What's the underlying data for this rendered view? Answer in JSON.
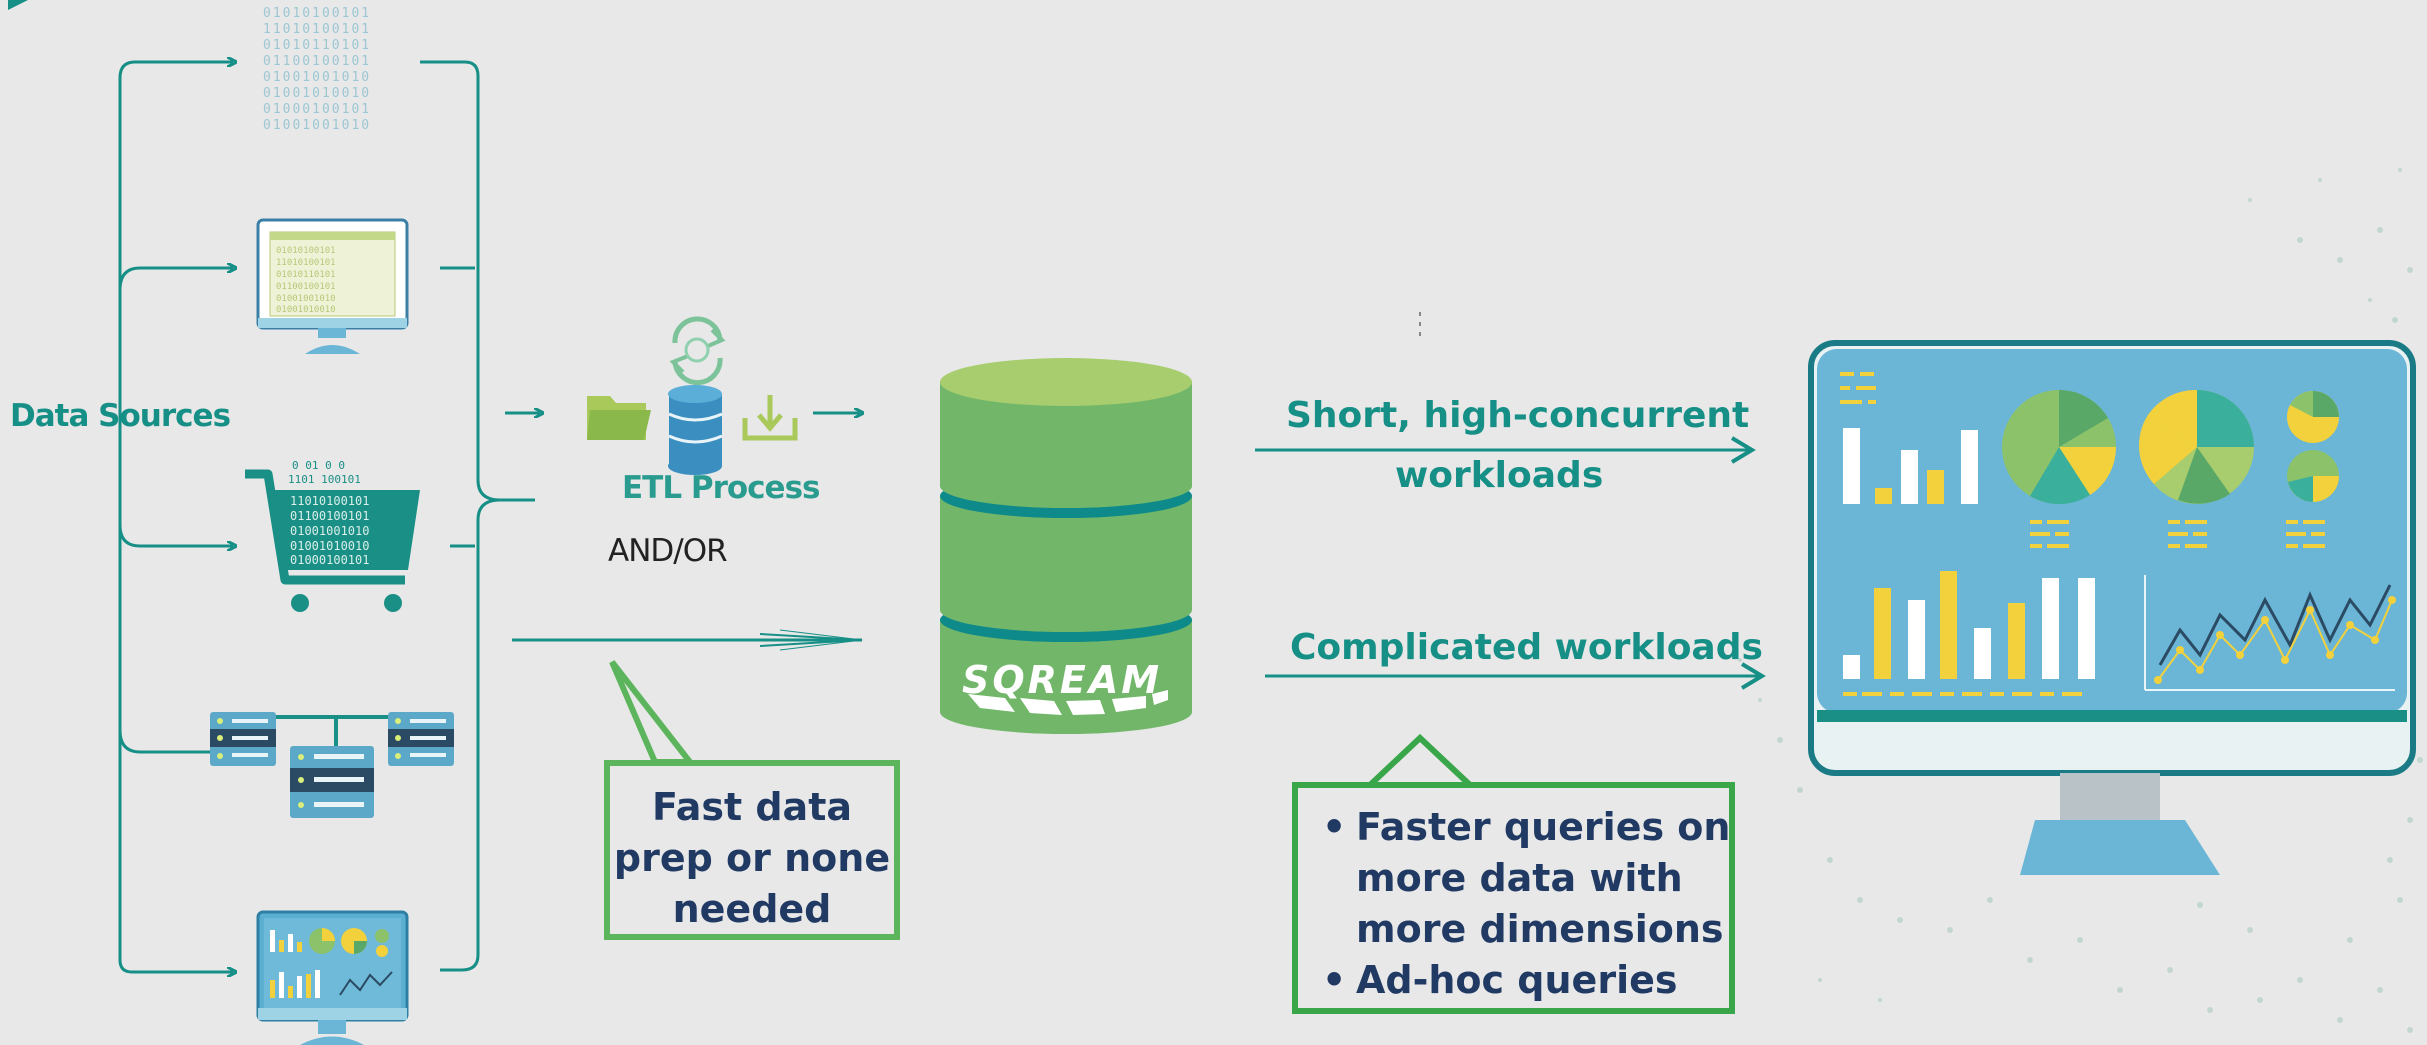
{
  "diagram": {
    "data_sources_label": "Data Sources",
    "etl_label": "ETL Process",
    "andor_label": "AND/OR",
    "db_brand": "SQREAM",
    "short_workloads": {
      "line1": "Short, high-concurrent",
      "line2": "workloads"
    },
    "complicated_workloads": "Complicated workloads",
    "fast_prep": {
      "lines": [
        "Fast data",
        "prep or none",
        "needed"
      ]
    },
    "benefits": [
      "Faster queries on",
      "more data with",
      "more dimensions",
      "Ad-hoc queries"
    ],
    "binary_text": [
      "01010100101",
      "11010100101",
      "01010110101",
      "01100100101",
      "01001001010",
      "01001010010",
      "01000100101",
      "01001001010"
    ]
  },
  "colors": {
    "teal": "#168f86",
    "green": "#72b769",
    "dark_teal": "#0e8a8a",
    "navy": "#213a63",
    "box_green": "#5cb55c",
    "screen_blue": "#6bb6d6",
    "yellow": "#f2d13c",
    "background": "#e8e8e8"
  }
}
